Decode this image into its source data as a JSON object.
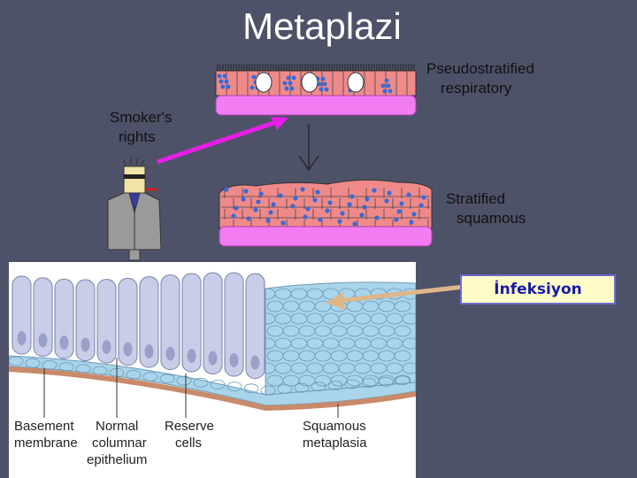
{
  "slide": {
    "title": "Metaplazi"
  },
  "upper": {
    "label_pseudo_1": "Pseudostratified",
    "label_pseudo_2": "respiratory",
    "label_smoker_1": "Smoker's",
    "label_smoker_2": "rights",
    "label_strat_1": "Stratified",
    "label_strat_2": "squamous"
  },
  "callout": {
    "label": "İnfeksiyon"
  },
  "lower": {
    "basement_1": "Basement",
    "basement_2": "membrane",
    "normal_1": "Normal",
    "normal_2": "columnar",
    "normal_3": "epithelium",
    "reserve_1": "Reserve",
    "reserve_2": "cells",
    "squamous_1": "Squamous",
    "squamous_2": "metaplasia"
  },
  "colors": {
    "background": "#4d5268",
    "magenta_arrow": "#e81ee8",
    "cell_pink": "#f08a8a",
    "membrane_pink": "#f27cf2",
    "nucleus_blue": "#3a6ad8",
    "columnar_lilac": "#c9cee8",
    "squamous_blue": "#a9d4ea",
    "callout_fill": "#fffcc8"
  }
}
